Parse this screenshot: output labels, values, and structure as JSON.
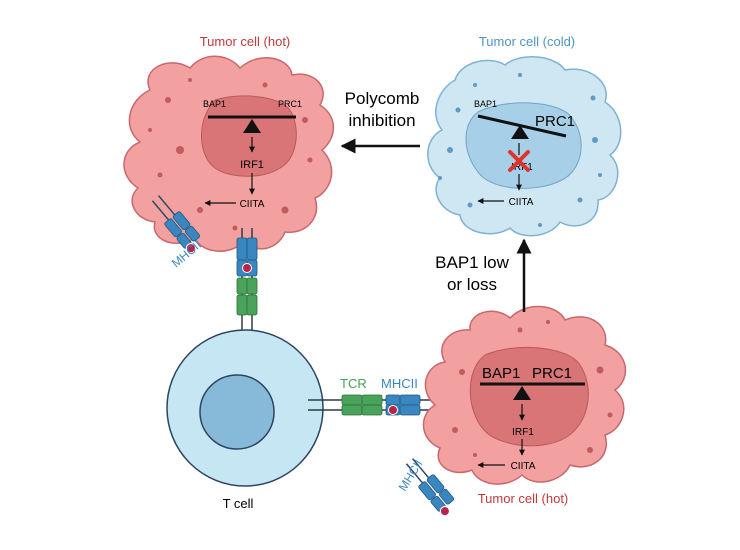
{
  "colors": {
    "hot_cell_fill": "#f2a0a0",
    "hot_cell_stroke": "#c8686c",
    "hot_nucleus": "#d97576",
    "cold_cell_fill": "#cfe6f3",
    "cold_cell_stroke": "#7fb2d2",
    "cold_nucleus": "#a7cfe8",
    "tcell_fill": "#c7e6f4",
    "tcell_nucleus": "#86bad8",
    "hot_title": "#c0393b",
    "cold_title": "#4f93c4",
    "tcr_green": "#4aa35a",
    "mhc_blue": "#3a87c0",
    "peptide": "#b8234a",
    "block_red": "#e0342a"
  },
  "hot_cell_top": {
    "title": "Tumor cell (hot)",
    "bap1": "BAP1",
    "prc1": "PRC1",
    "irf1": "IRF1",
    "ciita": "CIITA",
    "mhcii": "MHCII"
  },
  "cold_cell": {
    "title": "Tumor cell (cold)",
    "bap1": "BAP1",
    "prc1": "PRC1",
    "irf1": "IRF1",
    "ciita": "CIITA"
  },
  "hot_cell_bottom": {
    "title": "Tumor cell (hot)",
    "bap1": "BAP1",
    "prc1": "PRC1",
    "irf1": "IRF1",
    "ciita": "CIITA",
    "mhcii": "MHCII"
  },
  "tcell": {
    "label": "T cell"
  },
  "synapse": {
    "tcr": "TCR",
    "mhcii": "MHCII"
  },
  "arrows": {
    "polycomb_line1": "Polycomb",
    "polycomb_line2": "inhibition",
    "bap1_line1": "BAP1 low",
    "bap1_line2": "or loss"
  }
}
